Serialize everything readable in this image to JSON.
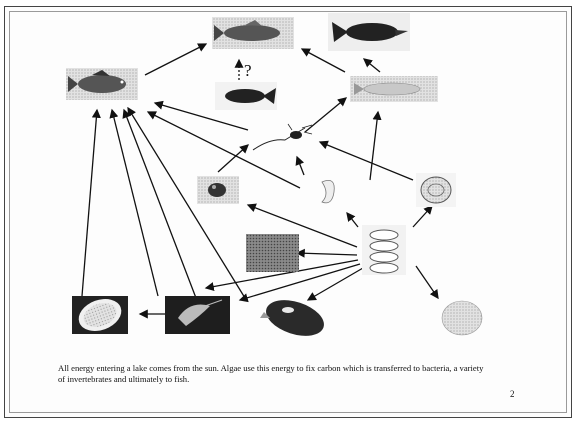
{
  "caption": "All energy entering a lake comes from the sun. Algae use this energy to fix carbon which is transferred to bacteria, a variety of invertebrates and ultimately to fish.",
  "page_number": "2",
  "unknown_link_mark": "?",
  "nodes": [
    {
      "id": "perch-fish",
      "kind": "fish"
    },
    {
      "id": "walleye-fish",
      "kind": "fish"
    },
    {
      "id": "pike-fish",
      "kind": "fish"
    },
    {
      "id": "dark-minnow-fish",
      "kind": "fish"
    },
    {
      "id": "pale-minnow-fish",
      "kind": "fish"
    },
    {
      "id": "insect-larva",
      "kind": "invertebrate"
    },
    {
      "id": "water-mite",
      "kind": "invertebrate"
    },
    {
      "id": "rotifer",
      "kind": "invertebrate"
    },
    {
      "id": "ciliate",
      "kind": "protozoan"
    },
    {
      "id": "diatom-algae",
      "kind": "algae"
    },
    {
      "id": "bacteria-cluster",
      "kind": "bacteria"
    },
    {
      "id": "amoeba-protist",
      "kind": "protozoan"
    },
    {
      "id": "shrimp-invertebrate",
      "kind": "invertebrate"
    },
    {
      "id": "clam-mollusc",
      "kind": "mollusc"
    },
    {
      "id": "rounded-protist",
      "kind": "protozoan"
    }
  ]
}
